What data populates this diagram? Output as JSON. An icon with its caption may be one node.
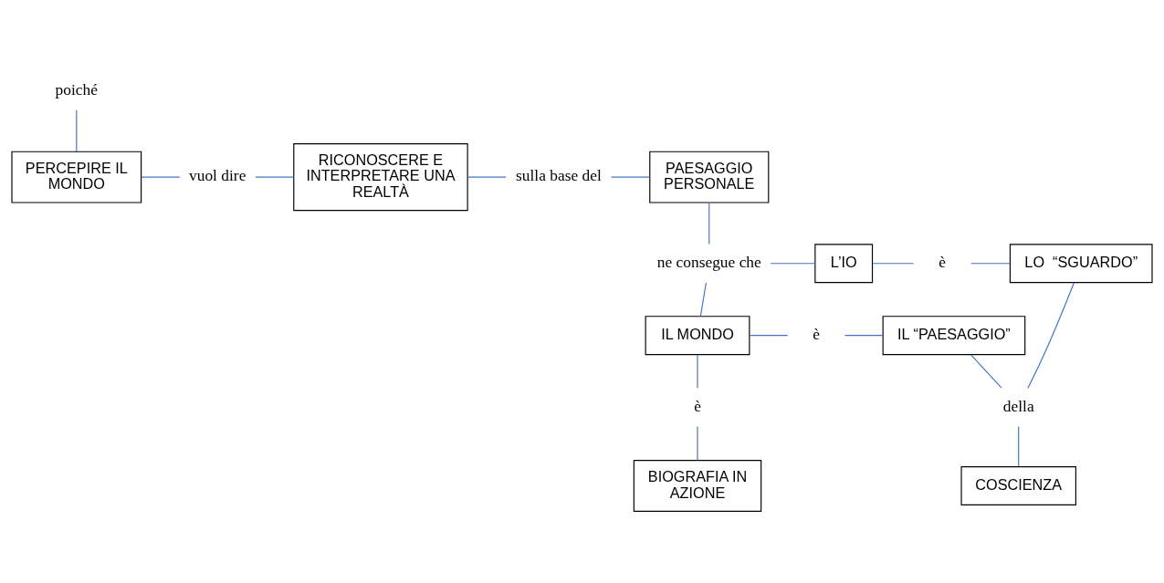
{
  "diagram": {
    "nodes": [
      {
        "text": [
          "poiché"
        ]
      },
      {
        "text": [
          "PERCEPIRE IL MONDO"
        ]
      },
      {
        "text": [
          "vuol dire"
        ]
      },
      {
        "text": [
          "RICONOSCERE E INTERPRETARE UNA REALTÀ"
        ]
      },
      {
        "text": [
          "sulla base del"
        ]
      },
      {
        "text": [
          "PAESAGGIO PERSONALE"
        ]
      },
      {
        "text": [
          "LO  “SGUARDO”"
        ]
      },
      {
        "text": [
          "è"
        ]
      },
      {
        "text": [
          "L’IO"
        ]
      },
      {
        "text": [
          "ne consegue che"
        ]
      },
      {
        "text": [
          "IL “PAESAGGIO”"
        ]
      },
      {
        "text": [
          "è"
        ]
      },
      {
        "text": [
          "IL MONDO"
        ]
      },
      {
        "text": [
          "della"
        ]
      },
      {
        "text": [
          "è"
        ]
      },
      {
        "text": [
          "COSCIENZA"
        ]
      },
      {
        "text": [
          "BIOGRAFIA IN AZIONE"
        ]
      }
    ],
    "edges": [
      {
        "from": 0,
        "to": 1,
        "arrow": "none"
      },
      {
        "from": 1,
        "to": 2,
        "arrow": "none"
      },
      {
        "from": 2,
        "to": 3,
        "arrow": "none"
      },
      {
        "from": 3,
        "to": 4,
        "arrow": "none"
      },
      {
        "from": 4,
        "to": 5,
        "arrow": "none"
      },
      {
        "from": 5,
        "to": 9,
        "arrow": "none"
      },
      {
        "from": 9,
        "to": 8,
        "arrow": "none"
      },
      {
        "from": 8,
        "to": 7,
        "arrow": "none"
      },
      {
        "from": 7,
        "to": 6,
        "arrow": "none"
      },
      {
        "from": 9,
        "to": 12,
        "arrow": "none"
      },
      {
        "from": 12,
        "to": 11,
        "arrow": "none"
      },
      {
        "from": 11,
        "to": 10,
        "arrow": "none"
      },
      {
        "from": 6,
        "to": 13,
        "arrow": "none"
      },
      {
        "from": 10,
        "to": 13,
        "arrow": "none"
      },
      {
        "from": 13,
        "to": 15,
        "arrow": "none"
      },
      {
        "from": 12,
        "to": 14,
        "arrow": "none"
      },
      {
        "from": 14,
        "to": 16,
        "arrow": "none"
      }
    ]
  }
}
